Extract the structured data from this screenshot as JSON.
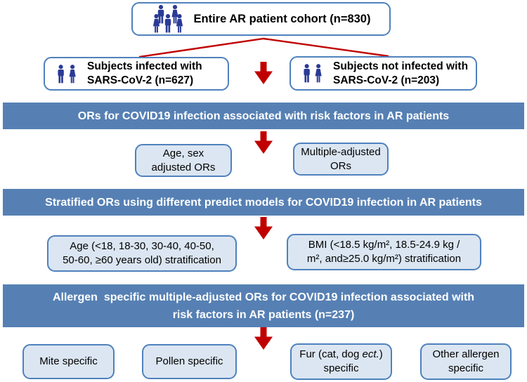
{
  "colors": {
    "banner_bg": "#5680b4",
    "box_border": "#4f81bd",
    "box_fill": "#dbe6f2",
    "arrow_red": "#c00000",
    "icon_blue": "#2a3b96"
  },
  "cohort_box": {
    "icon": "people-group-icon",
    "label": "Entire AR patient cohort (n=830)"
  },
  "split_boxes": [
    {
      "icon": "man-woman-icon",
      "lines": [
        "Subjects infected with",
        "SARS-CoV-2 (n=627)"
      ]
    },
    {
      "icon": "man-woman-icon",
      "lines": [
        "Subjects not infected with",
        "SARS-CoV-2 (n=203)"
      ]
    }
  ],
  "banners": [
    {
      "lines": [
        "ORs for COVID19 infection associated with risk factors in AR patients"
      ]
    },
    {
      "lines": [
        "Stratified ORs using different predict models for COVID19 infection in AR patients"
      ]
    },
    {
      "lines": [
        "Allergen  specific multiple-adjusted ORs for COVID19 infection associated with",
        "risk factors in AR patients (n=237)"
      ]
    }
  ],
  "or_boxes": [
    {
      "lines": [
        "Age, sex",
        "adjusted ORs"
      ]
    },
    {
      "lines": [
        "Multiple-adjusted",
        "ORs"
      ]
    }
  ],
  "stratification_boxes": [
    {
      "lines": [
        "Age (<18, 18-30, 30-40, 40-50,",
        "50-60, ≥60 years old) stratification"
      ]
    },
    {
      "lines": [
        "BMI (<18.5 kg/m², 18.5-24.9 kg /",
        "m², and≥25.0 kg/m²) stratification"
      ]
    }
  ],
  "allergen_boxes": [
    {
      "lines": [
        "Mite specific"
      ]
    },
    {
      "lines": [
        "Pollen specific"
      ]
    },
    {
      "fur": {
        "pre": "Fur (cat, dog ",
        "italic": "ect.",
        "post": ")",
        "line2": "specific"
      }
    },
    {
      "lines": [
        "Other allergen",
        "specific"
      ]
    }
  ]
}
